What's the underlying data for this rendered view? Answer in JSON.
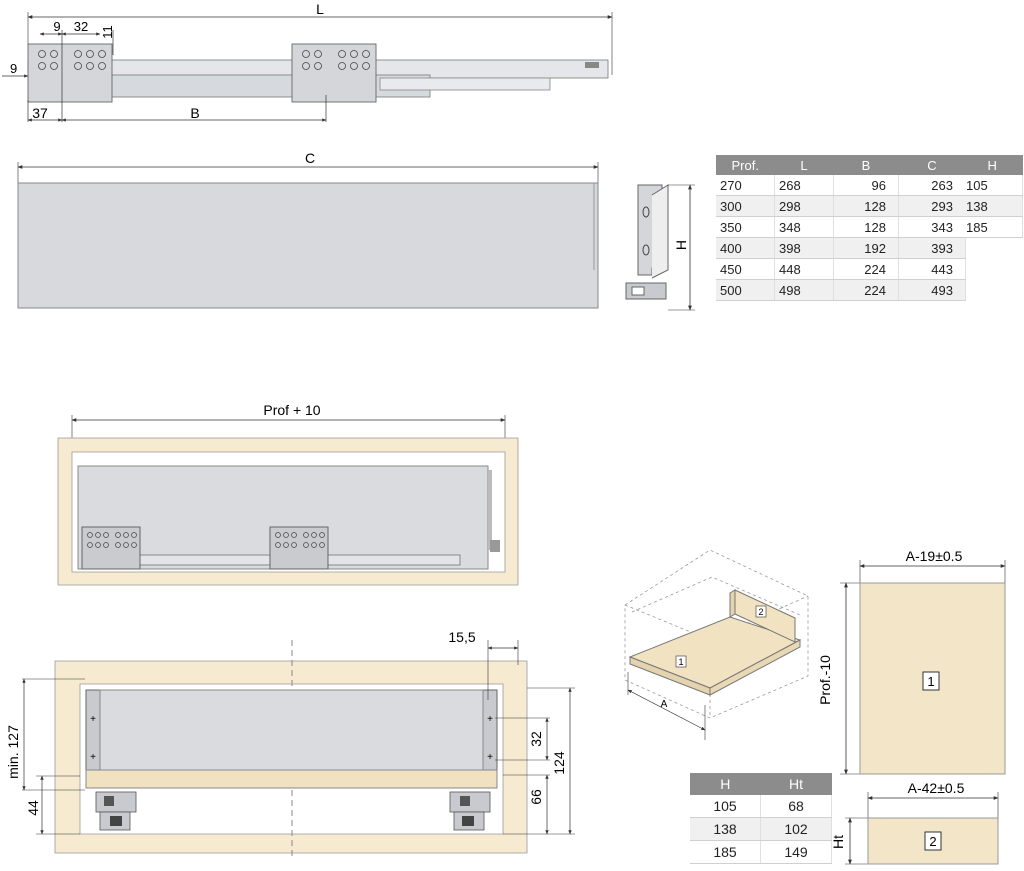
{
  "top_view": {
    "dim_L": "L",
    "dim_9_top": "9",
    "dim_32": "32",
    "dim_11": "11",
    "dim_9_left": "9",
    "dim_37": "37",
    "dim_B": "B"
  },
  "front_panel": {
    "dim_C": "C"
  },
  "side_profile": {
    "dim_H": "H"
  },
  "table_prof": {
    "headers": [
      "Prof.",
      "L",
      "B",
      "C"
    ],
    "rows": [
      [
        "270",
        "268",
        "96",
        "263"
      ],
      [
        "300",
        "298",
        "128",
        "293"
      ],
      [
        "350",
        "348",
        "128",
        "343"
      ],
      [
        "400",
        "398",
        "192",
        "393"
      ],
      [
        "450",
        "448",
        "224",
        "443"
      ],
      [
        "500",
        "498",
        "224",
        "493"
      ]
    ]
  },
  "table_h": {
    "header": "H",
    "rows": [
      "105",
      "138",
      "185"
    ]
  },
  "cabinet_side": {
    "dim_prof10": "Prof + 10"
  },
  "cabinet_front": {
    "dim_155": "15,5",
    "dim_min127": "min. 127",
    "dim_44": "44",
    "dim_32": "32",
    "dim_66": "66",
    "dim_124": "124"
  },
  "iso": {
    "label_A": "A",
    "part1": "1",
    "part2": "2"
  },
  "bottom_panel": {
    "dim_width": "A-19±0.5",
    "dim_depth": "Prof.-10",
    "part": "1"
  },
  "back_panel": {
    "dim_width": "A-42±0.5",
    "dim_height": "Ht",
    "part": "2"
  },
  "table_ht": {
    "headers": [
      "H",
      "Ht"
    ],
    "rows": [
      [
        "105",
        "68"
      ],
      [
        "138",
        "102"
      ],
      [
        "185",
        "149"
      ]
    ]
  }
}
